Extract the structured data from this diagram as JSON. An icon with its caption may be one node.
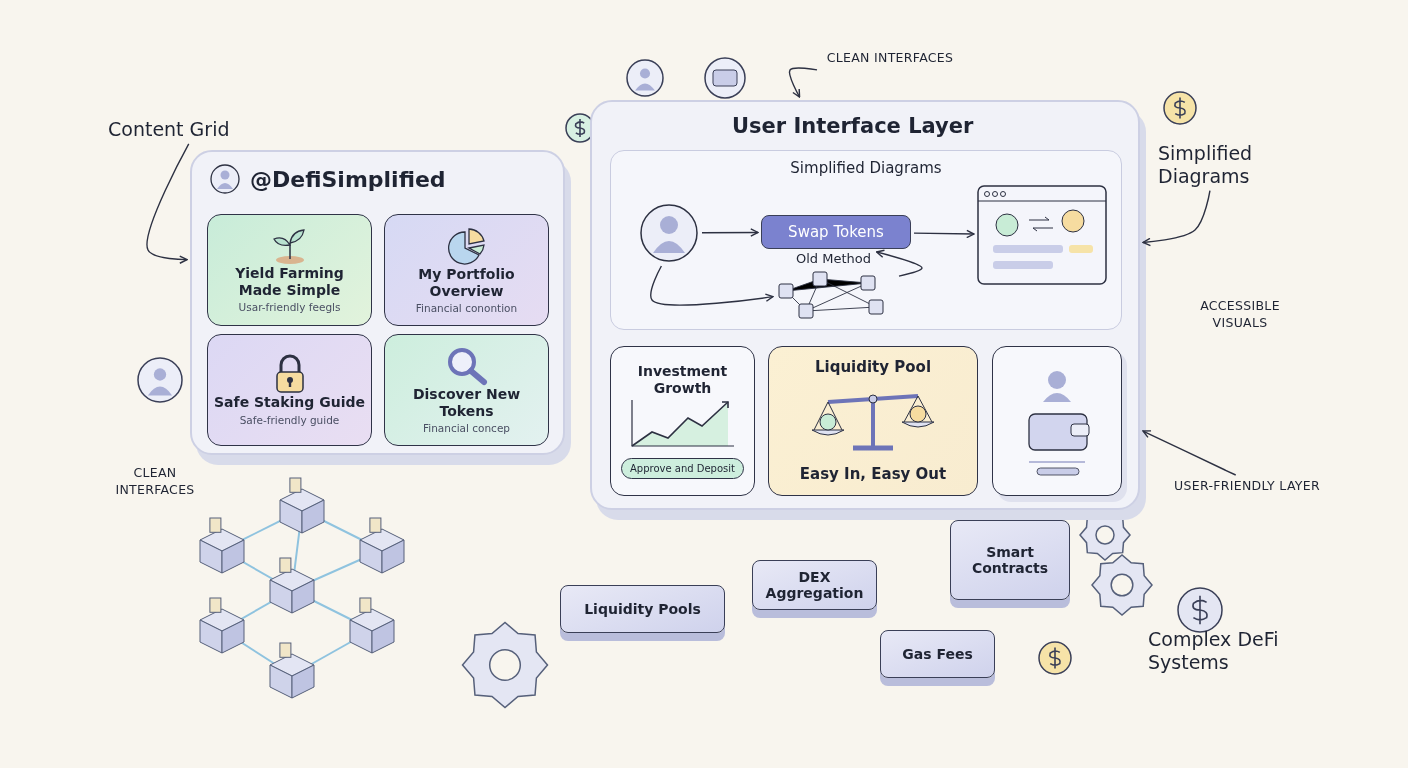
{
  "diagram": {
    "nodes": [
      {
        "text": [
          "@DefiSimplified"
        ]
      },
      {
        "text": [
          "Yield Farming Made Simple",
          "Usar-friendly feegls"
        ],
        "in": 0
      },
      {
        "text": [
          "My Portfolio Overview",
          "Financial conontion"
        ],
        "in": 0
      },
      {
        "text": [
          "Safe Staking Guide",
          "Safe-friendly guide"
        ],
        "in": 0
      },
      {
        "text": [
          "Discover New Tokens",
          "Financial concep"
        ],
        "in": 0
      },
      {
        "text": [
          "User Interface Layer"
        ]
      },
      {
        "text": [
          "Simplified Diagrams"
        ],
        "in": 5
      },
      {
        "text": [],
        "shape": "person",
        "in": 6
      },
      {
        "text": [
          "Swap Tokens"
        ],
        "in": 6
      },
      {
        "text": [],
        "shape": "picture",
        "in": 6
      },
      {
        "text": [],
        "shape": "picture",
        "in": 6,
        "beside": [
          "Old Method"
        ]
      },
      {
        "text": [
          "Investment Growth",
          "Approve and Deposit"
        ],
        "in": 5
      },
      {
        "text": [
          "Liquidity Pool",
          "Easy In, Easy Out"
        ],
        "in": 5
      },
      {
        "text": [],
        "shape": "box",
        "in": 5
      },
      {
        "text": [
          "Liquidity Pools"
        ]
      },
      {
        "text": [
          "DEX Aggregation"
        ]
      },
      {
        "text": [
          "Gas Fees"
        ]
      },
      {
        "text": [
          "Smart Contracts"
        ]
      },
      {
        "text": [
          "Content Grid"
        ]
      },
      {
        "text": [
          "CLEAN INTERFACES"
        ]
      },
      {
        "text": [
          "Simplified Diagrams"
        ]
      },
      {
        "text": [
          "USER-FRIENDLY LAYER"
        ]
      }
    ],
    "edges": [
      {
        "from": 18,
        "to": 0,
        "arrow": "to"
      },
      {
        "from": 19,
        "to": 5,
        "arrow": "to"
      },
      {
        "from": 20,
        "to": 5,
        "arrow": "to"
      },
      {
        "from": 21,
        "to": 5,
        "arrow": "to"
      },
      {
        "from": 7,
        "to": 8,
        "arrow": "to"
      },
      {
        "from": 8,
        "to": 9,
        "arrow": "to"
      },
      {
        "from": 7,
        "to": 10,
        "arrow": "to"
      },
      {
        "from": 10,
        "to": 8,
        "arrow": "to"
      }
    ],
    "labels": [
      "ACCESSIBLE VISUALS",
      "CLEAN INTERFACES",
      "Complex DeFi Systems"
    ]
  }
}
